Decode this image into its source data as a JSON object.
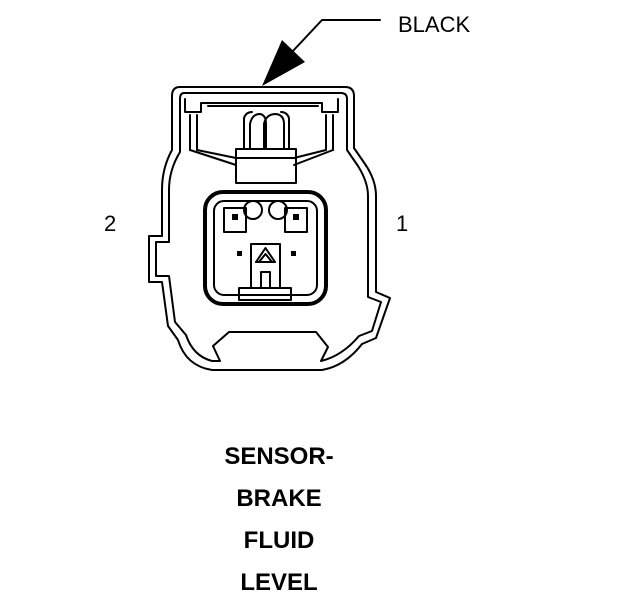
{
  "callout": {
    "color_label": "BLACK"
  },
  "pins": {
    "left": "2",
    "right": "1"
  },
  "caption": {
    "line1": "SENSOR-",
    "line2": "BRAKE",
    "line3": "FLUID",
    "line4": "LEVEL"
  },
  "colors": {
    "ink": "#000000",
    "background": "#ffffff"
  }
}
